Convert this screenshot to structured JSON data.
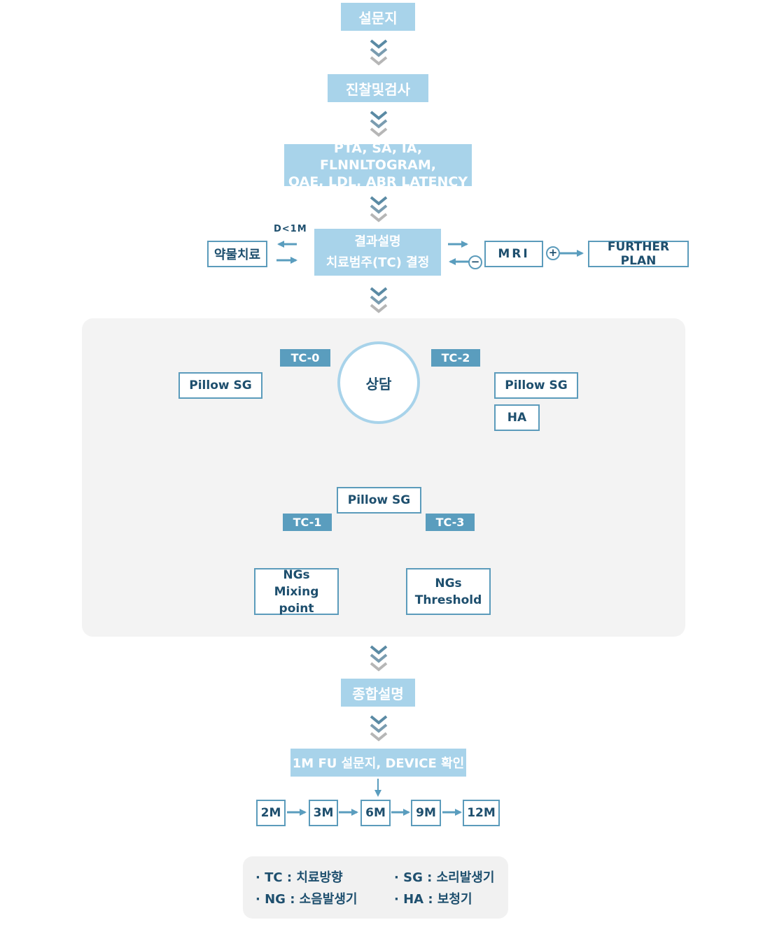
{
  "flow": {
    "questionnaire": "설문지",
    "exam": "진찰및검사",
    "tests_line1": "PTA, SA, IA, FLNNLTOGRAM,",
    "tests_line2": "OAE, LDL, ABR LATENCY",
    "result_line1": "결과설명",
    "result_line2": "치료범주(TC) 결정",
    "medication": "약물치료",
    "d_label": "D<1M",
    "mri": "MRI",
    "further_plan": "FURTHER PLAN",
    "minus": "−",
    "plus": "+",
    "summary": "종합설명",
    "followup": "1M FU 설문지, DEVICE 확인",
    "timeline": [
      "2M",
      "3M",
      "6M",
      "9M",
      "12M"
    ]
  },
  "counsel": {
    "center": "상담",
    "tc0": "TC-0",
    "tc2": "TC-2",
    "tc1": "TC-1",
    "tc3": "TC-3",
    "left_box": "Pillow SG",
    "right_box": "Pillow SG",
    "right_box2": "HA",
    "bottom_box": "Pillow SG",
    "ng_mix_line1": "NGs",
    "ng_mix_line2": "Mixing point",
    "ng_thr_line1": "NGs",
    "ng_thr_line2": "Threshold"
  },
  "legend": {
    "tc": "· TC : 치료방향",
    "sg": "· SG : 소리발생기",
    "ng": "· NG : 소음발생기",
    "ha": "· HA : 보청기"
  },
  "colors": {
    "light_box": "#a8d3ea",
    "dark_tag": "#5a9dbe",
    "border": "#5b9bbb",
    "text": "#1e4f6e",
    "panel": "#f3f3f3"
  }
}
